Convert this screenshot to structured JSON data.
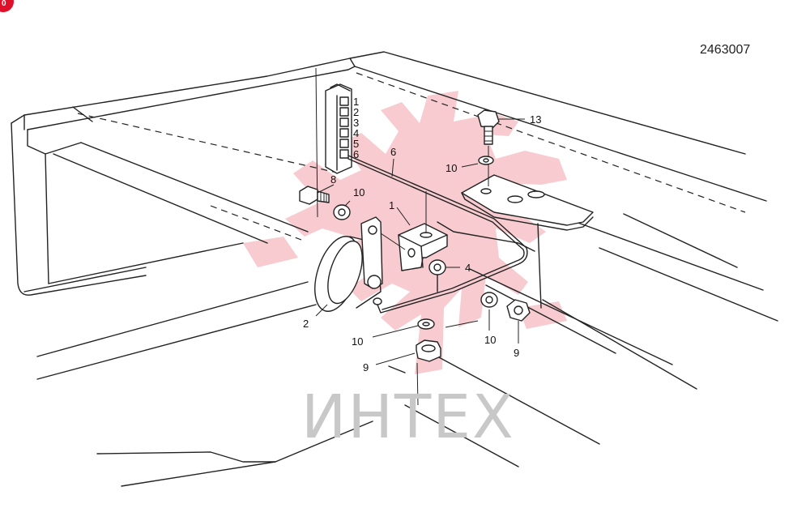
{
  "drawing_number": "2463007",
  "corner_badge": "0",
  "watermark": {
    "text": "ИНТЕХ"
  },
  "terminal_numbers": [
    "1",
    "2",
    "3",
    "4",
    "5",
    "6"
  ],
  "callouts": [
    {
      "id": "c6",
      "label": "6"
    },
    {
      "id": "c13",
      "label": "13"
    },
    {
      "id": "c10a",
      "label": "10"
    },
    {
      "id": "c8",
      "label": "8"
    },
    {
      "id": "c10b",
      "label": "10"
    },
    {
      "id": "c1",
      "label": "1"
    },
    {
      "id": "c4",
      "label": "4"
    },
    {
      "id": "c2",
      "label": "2"
    },
    {
      "id": "c10c",
      "label": "10"
    },
    {
      "id": "c10d",
      "label": "10"
    },
    {
      "id": "c9a",
      "label": "9"
    },
    {
      "id": "c9b",
      "label": "9"
    }
  ],
  "colors": {
    "line": "#222222",
    "watermark_logo": "#f4b9bf",
    "watermark_text": "#c8c8c8",
    "badge": "#e0102a"
  }
}
